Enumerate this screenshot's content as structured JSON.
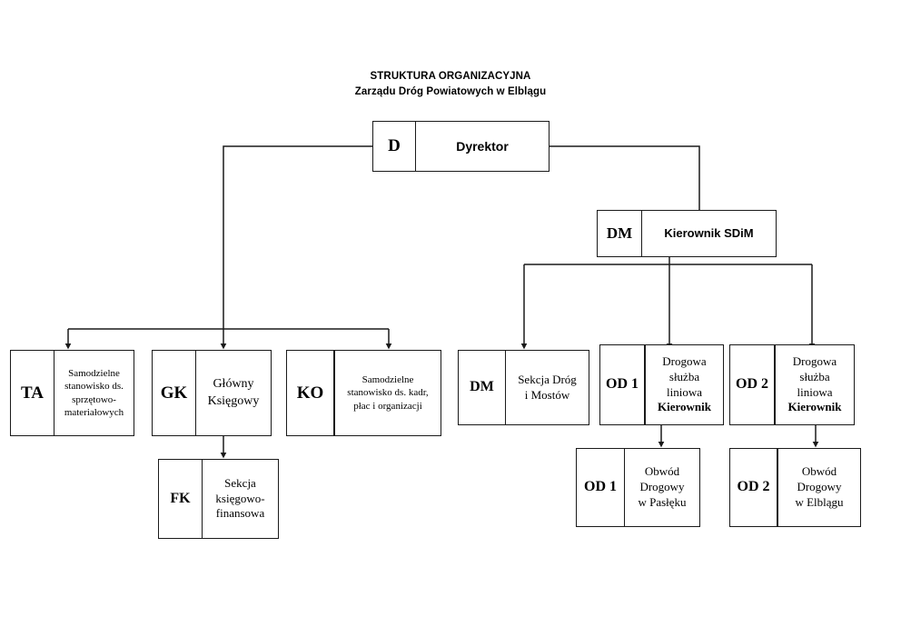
{
  "title": {
    "line1": "STRUKTURA ORGANIZACYJNA",
    "line2": "Zarządu Dróg Powiatowych w Elblągu"
  },
  "nodes": {
    "director": {
      "code": "D",
      "label": "Dyrektor"
    },
    "manager_sdim": {
      "code": "DM",
      "label": "Kierownik SDiM"
    },
    "ta": {
      "code": "TA",
      "line1": "Samodzielne",
      "line2": "stanowisko ds.",
      "line3": "sprzętowo-",
      "line4": "materiałowych"
    },
    "gk": {
      "code": "GK",
      "line1": "Główny",
      "line2": "Księgowy"
    },
    "ko": {
      "code": "KO",
      "line1": "Samodzielne",
      "line2": "stanowisko ds. kadr,",
      "line3": "płac i organizacji"
    },
    "fk": {
      "code": "FK",
      "line1": "Sekcja",
      "line2": "księgowo-",
      "line3": "finansowa"
    },
    "dm_section": {
      "code": "DM",
      "line1": "Sekcja Dróg",
      "line2": "i Mostów"
    },
    "od1_service": {
      "code": "OD 1",
      "line1": "Drogowa",
      "line2": "służba",
      "line3": "liniowa",
      "line4": "Kierownik"
    },
    "od2_service": {
      "code": "OD 2",
      "line1": "Drogowa",
      "line2": "służba",
      "line3": "liniowa",
      "line4": "Kierownik"
    },
    "od1_district": {
      "code": "OD 1",
      "line1": "Obwód",
      "line2": "Drogowy",
      "line3": "w Pasłęku"
    },
    "od2_district": {
      "code": "OD 2",
      "line1": "Obwód",
      "line2": "Drogowy",
      "line3": "w Elblągu"
    }
  },
  "colors": {
    "line": "#1a1a1a",
    "background": "#ffffff",
    "text": "#000000"
  }
}
